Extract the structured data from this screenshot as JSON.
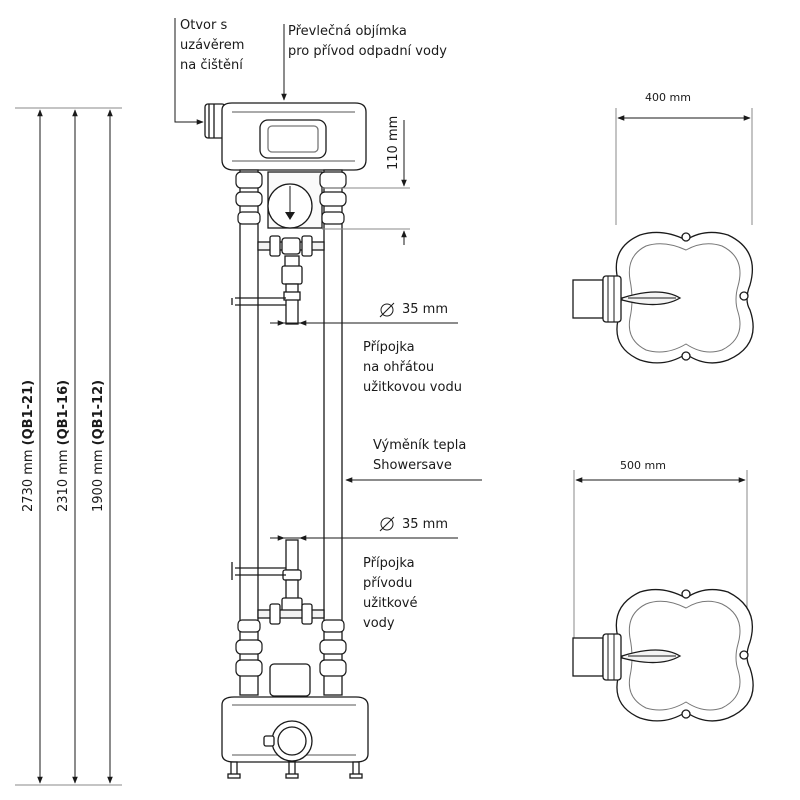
{
  "labels": {
    "cleaning_port": "Otvor s\nuzávěrem\nna čištění",
    "waste_sleeve": "Převlečná objímka\npro přívod odpadní vody",
    "dim_110": "110 mm",
    "dia_top": "35 mm",
    "hot_connection": "Přípojka\nna ohřátou\nužitkovou vodu",
    "exchanger": "Výměník tepla\nShowersave",
    "dia_bottom": "35 mm",
    "supply_connection": "Přípojka\npřívodu\nužitkové\nvody",
    "width_top": "400 mm",
    "width_bottom": "500 mm"
  },
  "heights": [
    {
      "value": "2730 mm",
      "model": "(QB1-21)"
    },
    {
      "value": "2310 mm",
      "model": "(QB1-16)"
    },
    {
      "value": "1900 mm",
      "model": "(QB1-12)"
    }
  ]
}
